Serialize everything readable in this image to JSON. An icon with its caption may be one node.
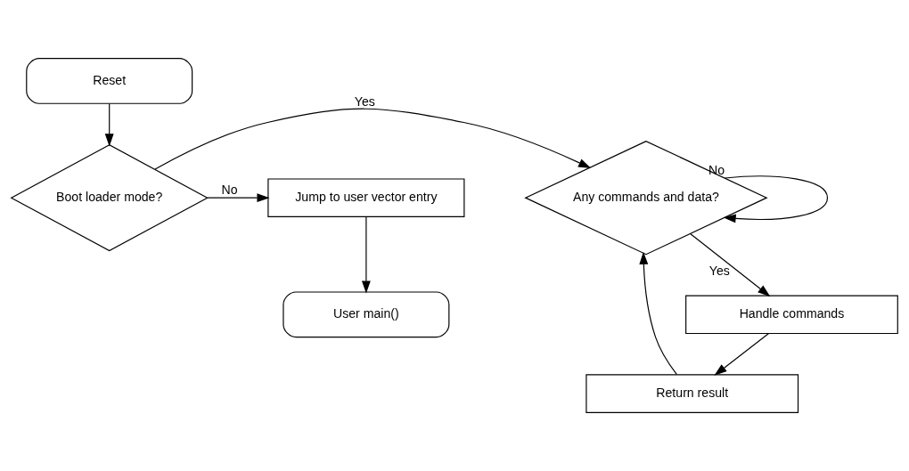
{
  "diagram": {
    "nodes": [
      {
        "text": [
          "Reset"
        ]
      },
      {
        "text": [
          "Boot loader mode?"
        ]
      },
      {
        "text": [
          "Any commands and data?"
        ]
      },
      {
        "text": [
          "Jump to user vector entry"
        ]
      },
      {
        "text": [
          "User main()"
        ]
      },
      {
        "text": [
          "Handle commands"
        ]
      },
      {
        "text": [
          "Return result"
        ]
      }
    ],
    "edges": [
      {
        "from": 0,
        "to": 1,
        "arrow": "to"
      },
      {
        "from": 1,
        "to": 2,
        "arrow": "to",
        "label": "Yes"
      },
      {
        "from": 1,
        "to": 3,
        "arrow": "to",
        "label": "No"
      },
      {
        "from": 3,
        "to": 4,
        "arrow": "to"
      },
      {
        "from": 2,
        "to": 2,
        "arrow": "to",
        "label": "No"
      },
      {
        "from": 2,
        "to": 5,
        "arrow": "to",
        "label": "Yes"
      },
      {
        "from": 5,
        "to": 6,
        "arrow": "to"
      },
      {
        "from": 6,
        "to": 2,
        "arrow": "to"
      }
    ]
  }
}
